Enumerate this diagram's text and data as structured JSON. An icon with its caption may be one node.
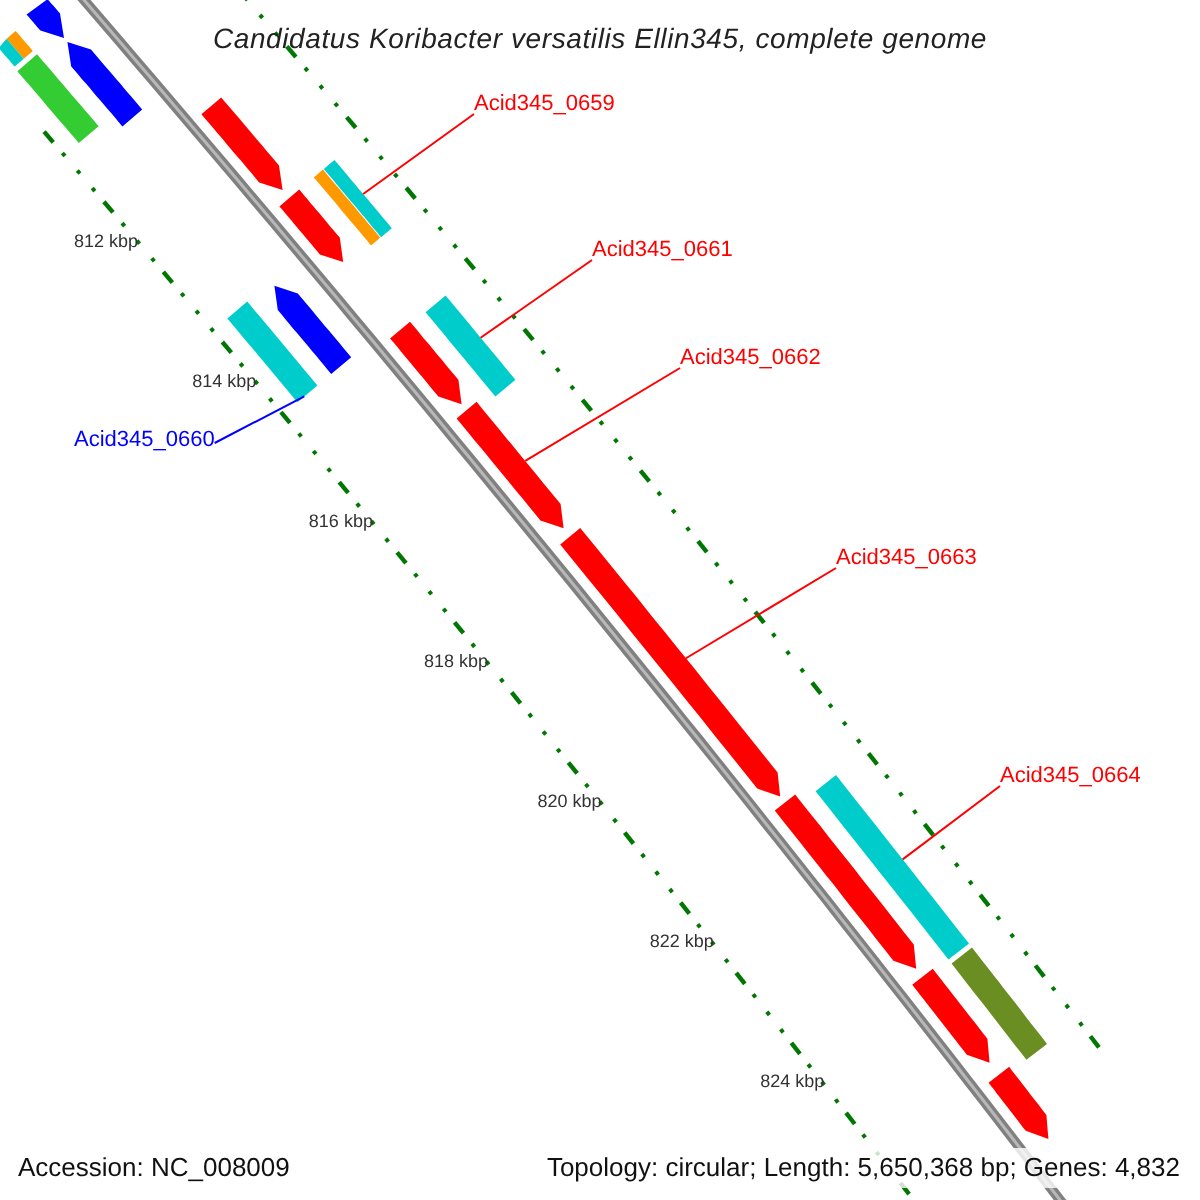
{
  "diagram": {
    "title": "Candidatus Koribacter versatilis Ellin345, complete genome",
    "nodes": [
      {
        "text": [
          "Acid345_0659"
        ]
      },
      {
        "text": [
          "Acid345_0661"
        ]
      },
      {
        "text": [
          "Acid345_0662"
        ]
      },
      {
        "text": [
          "Acid345_0660"
        ]
      },
      {
        "text": [
          "Acid345_0663"
        ]
      },
      {
        "text": [
          "Acid345_0664"
        ]
      },
      {
        "text": [],
        "shape": "bar"
      },
      {
        "text": [],
        "shape": "bar"
      },
      {
        "text": [],
        "shape": "arrow"
      },
      {
        "text": [],
        "shape": "arrow"
      },
      {
        "text": [],
        "shape": "bar"
      },
      {
        "text": [],
        "shape": "arrow"
      },
      {
        "text": [],
        "shape": "bar"
      },
      {
        "text": [],
        "shape": "bar"
      },
      {
        "text": [],
        "shape": "arrow"
      },
      {
        "text": [],
        "shape": "arrow"
      },
      {
        "text": [],
        "shape": "bar"
      },
      {
        "text": [],
        "shape": "arrow"
      },
      {
        "text": [],
        "shape": "bar"
      },
      {
        "text": [],
        "shape": "arrow"
      },
      {
        "text": [],
        "shape": "arrow"
      },
      {
        "text": [],
        "shape": "arrow"
      },
      {
        "text": [],
        "shape": "bar"
      },
      {
        "text": [],
        "shape": "bar"
      },
      {
        "text": [],
        "shape": "arrow"
      },
      {
        "text": [],
        "shape": "arrow"
      }
    ],
    "edges": [
      {
        "from": 0,
        "to": 13,
        "arrow": "none"
      },
      {
        "from": 3,
        "to": 16,
        "arrow": "none",
        "color": "#0000ff"
      },
      {
        "from": 1,
        "to": 18,
        "arrow": "none"
      },
      {
        "from": 2,
        "to": 19,
        "arrow": "none"
      },
      {
        "from": 4,
        "to": 20,
        "arrow": "none"
      },
      {
        "from": 5,
        "to": 22,
        "arrow": "none"
      }
    ],
    "labels": [
      "812 kbp",
      "814 kbp",
      "816 kbp",
      "818 kbp",
      "820 kbp",
      "822 kbp",
      "824 kbp",
      "Accession: NC_008009",
      "Topology: circular; Length: 5,650,368 bp; Genes: 4,832"
    ]
  }
}
